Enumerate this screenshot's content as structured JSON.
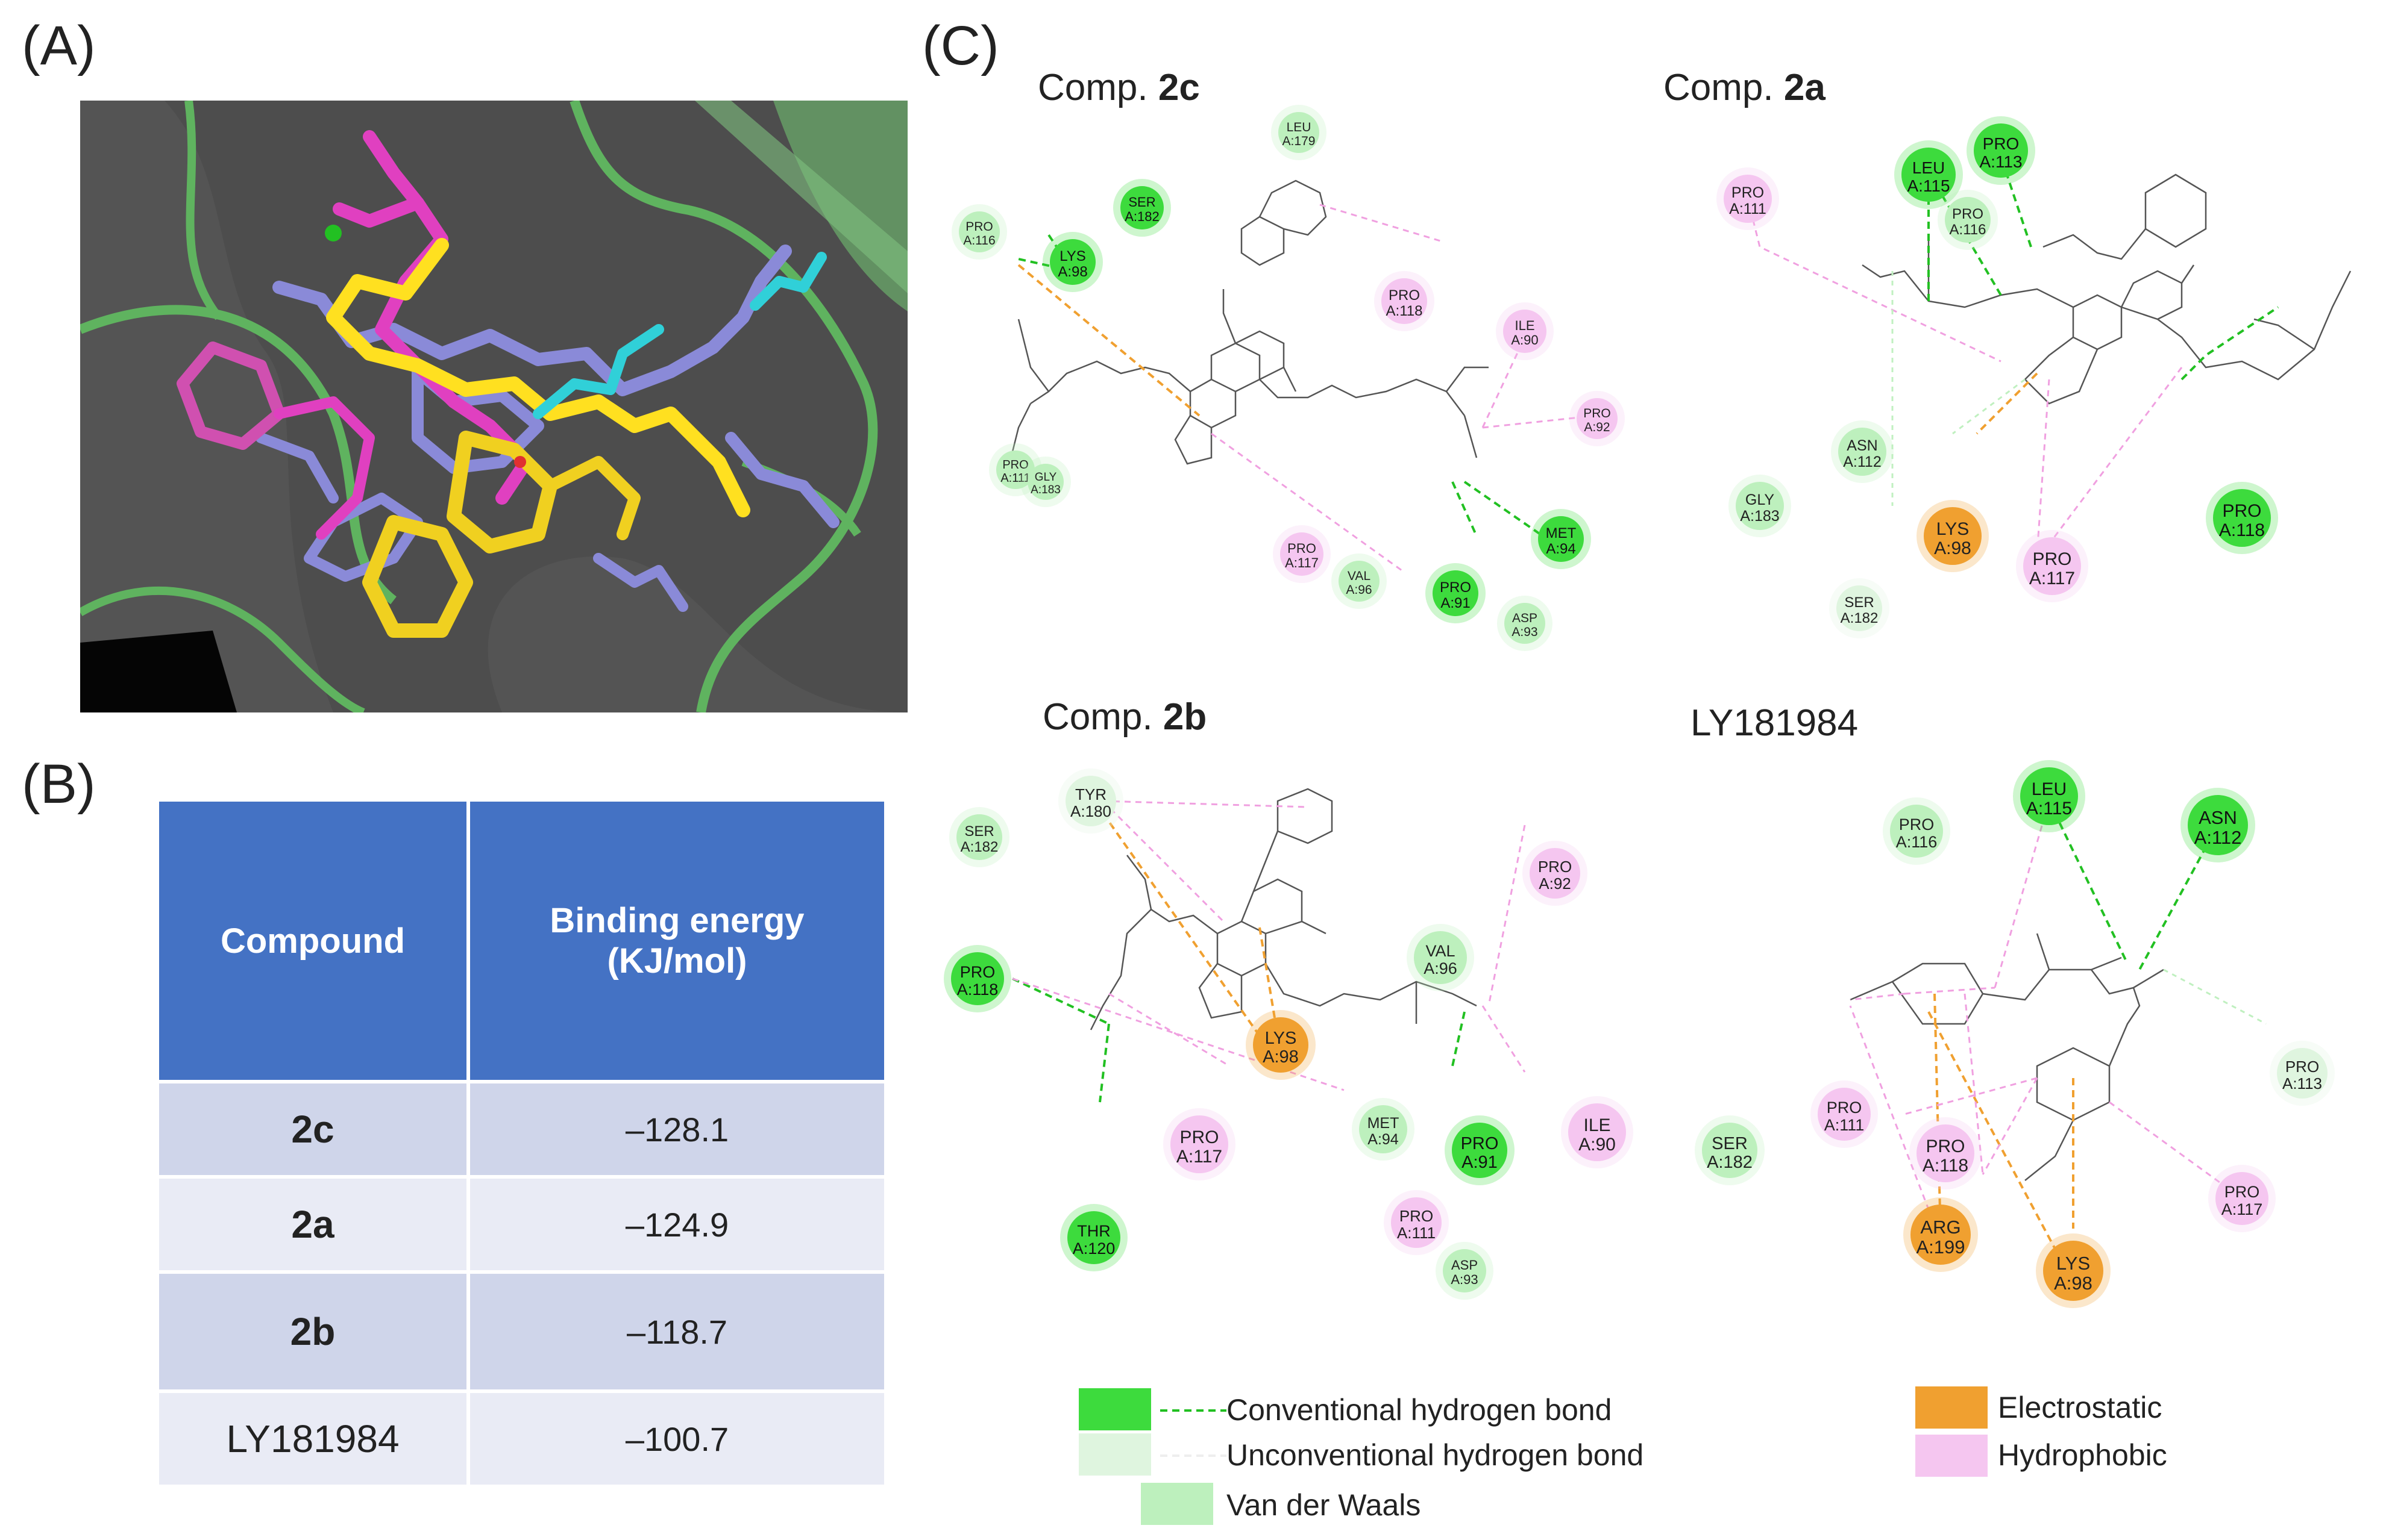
{
  "panels": {
    "a": "(A)",
    "b": "(B)",
    "c": "(C)"
  },
  "table": {
    "headers": [
      "Compound",
      "Binding energy\n(KJ/mol)"
    ],
    "header_col2_line1": "Binding energy",
    "header_col2_line2": "(KJ/mol)",
    "rows": [
      {
        "compound": "2c",
        "energy": "–128.1"
      },
      {
        "compound": "2a",
        "energy": "–124.9"
      },
      {
        "compound": "2b",
        "energy": "–118.7"
      },
      {
        "compound": "LY181984",
        "energy": "–100.7"
      }
    ]
  },
  "diagrams": {
    "d2c": {
      "prefix": "Comp. ",
      "bold": "2c"
    },
    "d2a": {
      "prefix": "Comp. ",
      "bold": "2a"
    },
    "d2b": {
      "prefix": "Comp. ",
      "bold": "2b"
    },
    "dly": {
      "prefix": "LY181984",
      "bold": ""
    }
  },
  "legend": {
    "conventional": "Conventional hydrogen bond",
    "unconventional": "Unconventional hydrogen bond",
    "vdw": "Van der Waals",
    "electrostatic": "Electrostatic",
    "hydrophobic": "Hydrophobic"
  },
  "colors": {
    "hbond": "#3DDB3D",
    "hbond_line": "#22C022",
    "unconv": "#DFF5DF",
    "vdw": "#BDF0BD",
    "electrostatic": "#F0A030",
    "hydrophobic": "#F5C6F0",
    "table_header": "#4472C4",
    "table_row_dark": "#CFD5EA",
    "table_row_light": "#E9EBF5"
  },
  "residues": {
    "d2c": [
      {
        "name": "LEU",
        "id": "A:179",
        "kind": "vdw"
      },
      {
        "name": "SER",
        "id": "A:182",
        "kind": "hbond"
      },
      {
        "name": "PRO",
        "id": "A:116",
        "kind": "vdw"
      },
      {
        "name": "LYS",
        "id": "A:98",
        "kind": "hbond"
      },
      {
        "name": "PRO",
        "id": "A:118",
        "kind": "hydrophobic"
      },
      {
        "name": "ILE",
        "id": "A:90",
        "kind": "hydrophobic"
      },
      {
        "name": "PRO",
        "id": "A:92",
        "kind": "hydrophobic"
      },
      {
        "name": "PRO",
        "id": "A:111",
        "kind": "vdw"
      },
      {
        "name": "GLY",
        "id": "A:183",
        "kind": "vdw"
      },
      {
        "name": "MET",
        "id": "A:94",
        "kind": "hbond"
      },
      {
        "name": "PRO",
        "id": "A:117",
        "kind": "hydrophobic"
      },
      {
        "name": "VAL",
        "id": "A:96",
        "kind": "vdw"
      },
      {
        "name": "PRO",
        "id": "A:91",
        "kind": "hbond"
      },
      {
        "name": "ASP",
        "id": "A:93",
        "kind": "vdw"
      }
    ],
    "d2a": [
      {
        "name": "PRO",
        "id": "A:111",
        "kind": "hydrophobic"
      },
      {
        "name": "LEU",
        "id": "A:115",
        "kind": "hbond"
      },
      {
        "name": "PRO",
        "id": "A:113",
        "kind": "hbond"
      },
      {
        "name": "PRO",
        "id": "A:116",
        "kind": "vdw"
      },
      {
        "name": "ASN",
        "id": "A:112",
        "kind": "vdw"
      },
      {
        "name": "GLY",
        "id": "A:183",
        "kind": "vdw"
      },
      {
        "name": "LYS",
        "id": "A:98",
        "kind": "electrostatic"
      },
      {
        "name": "PRO",
        "id": "A:118",
        "kind": "hbond"
      },
      {
        "name": "SER",
        "id": "A:182",
        "kind": "unconv"
      },
      {
        "name": "PRO",
        "id": "A:117",
        "kind": "hydrophobic"
      }
    ],
    "d2b": [
      {
        "name": "SER",
        "id": "A:182",
        "kind": "vdw"
      },
      {
        "name": "TYR",
        "id": "A:180",
        "kind": "unconv"
      },
      {
        "name": "VAL",
        "id": "A:96",
        "kind": "vdw"
      },
      {
        "name": "PRO",
        "id": "A:92",
        "kind": "hydrophobic"
      },
      {
        "name": "PRO",
        "id": "A:118",
        "kind": "hbond"
      },
      {
        "name": "LYS",
        "id": "A:98",
        "kind": "electrostatic"
      },
      {
        "name": "MET",
        "id": "A:94",
        "kind": "vdw"
      },
      {
        "name": "PRO",
        "id": "A:91",
        "kind": "hbond"
      },
      {
        "name": "ILE",
        "id": "A:90",
        "kind": "hydrophobic"
      },
      {
        "name": "PRO",
        "id": "A:117",
        "kind": "hydrophobic"
      },
      {
        "name": "PRO",
        "id": "A:111",
        "kind": "hydrophobic"
      },
      {
        "name": "THR",
        "id": "A:120",
        "kind": "hbond"
      },
      {
        "name": "ASP",
        "id": "A:93",
        "kind": "vdw"
      }
    ],
    "dly": [
      {
        "name": "LEU",
        "id": "A:115",
        "kind": "hbond"
      },
      {
        "name": "PRO",
        "id": "A:116",
        "kind": "vdw"
      },
      {
        "name": "ASN",
        "id": "A:112",
        "kind": "hbond"
      },
      {
        "name": "PRO",
        "id": "A:113",
        "kind": "unconv"
      },
      {
        "name": "SER",
        "id": "A:182",
        "kind": "vdw"
      },
      {
        "name": "PRO",
        "id": "A:111",
        "kind": "hydrophobic"
      },
      {
        "name": "PRO",
        "id": "A:118",
        "kind": "hydrophobic"
      },
      {
        "name": "ARG",
        "id": "A:199",
        "kind": "electrostatic"
      },
      {
        "name": "LYS",
        "id": "A:98",
        "kind": "electrostatic"
      },
      {
        "name": "PRO",
        "id": "A:117",
        "kind": "hydrophobic"
      }
    ]
  }
}
